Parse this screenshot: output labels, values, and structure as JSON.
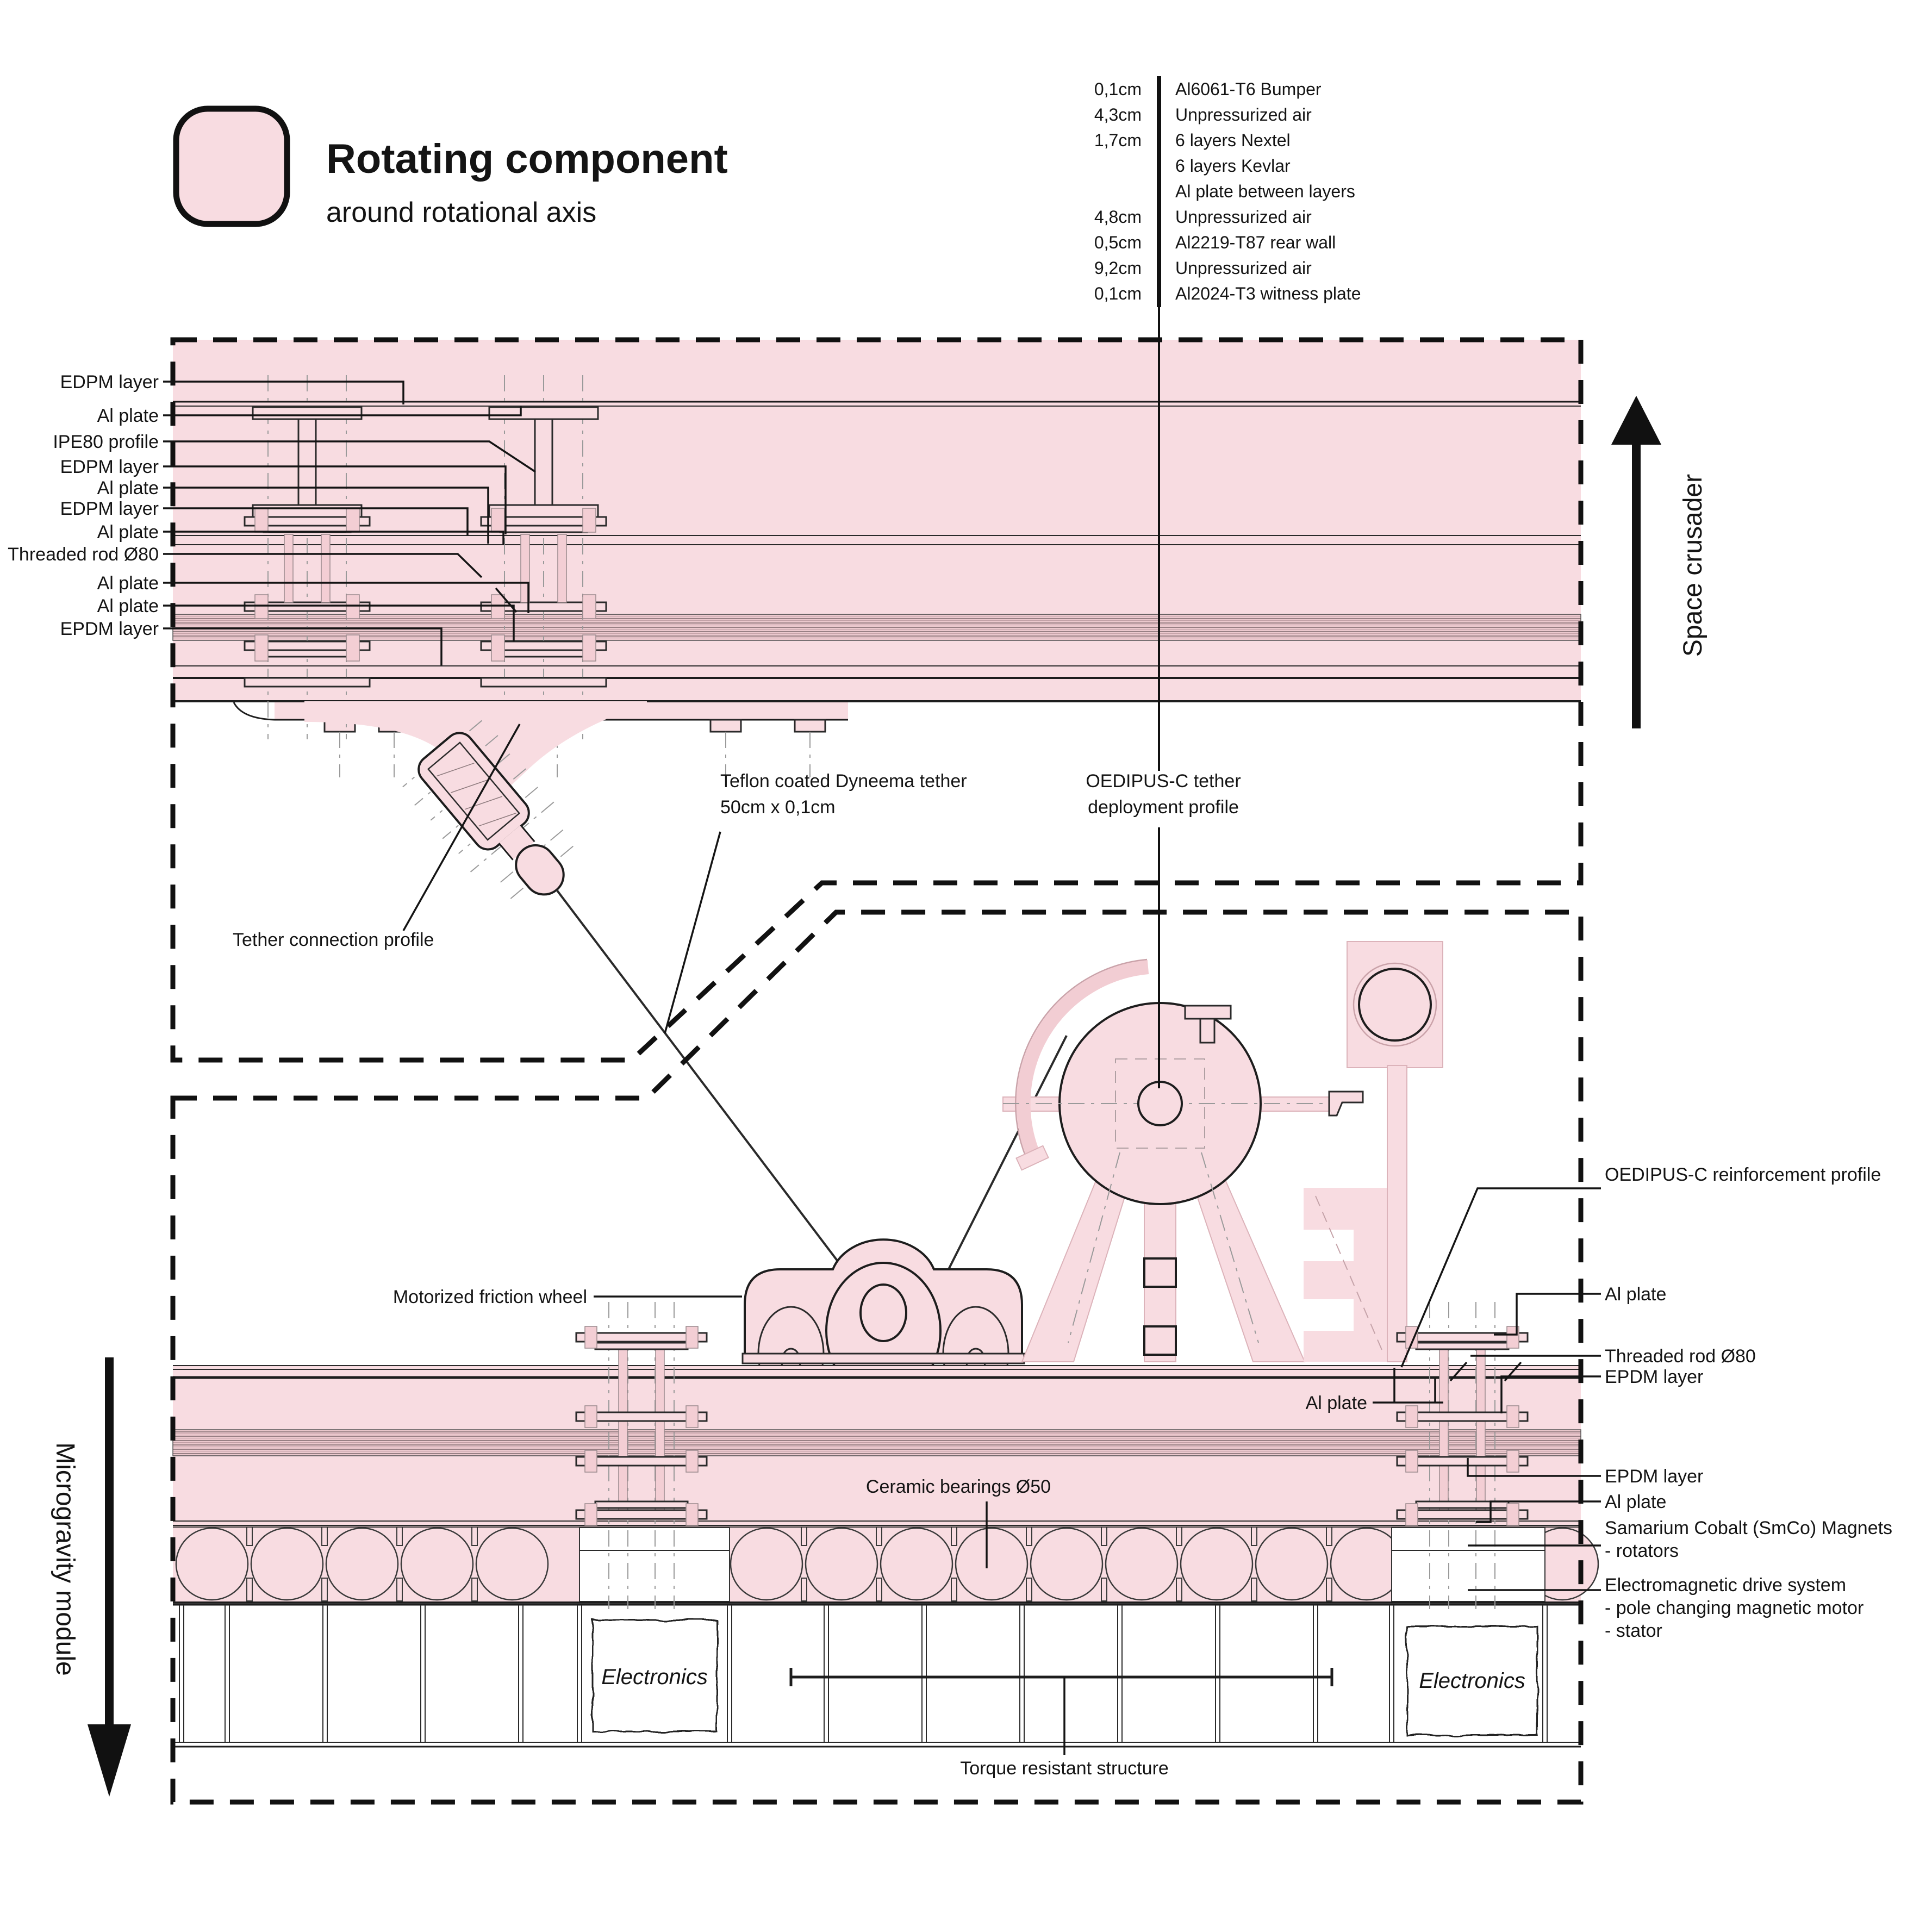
{
  "colors": {
    "pink": "#f8dce1",
    "pink_outline": "#dcb3ba",
    "ink": "#141414",
    "hatch_bg": "#ecc9ce",
    "hatch_line": "#8f777b"
  },
  "legend": {
    "title": "Rotating component",
    "subtitle": "around rotational axis"
  },
  "material_stack": [
    {
      "size": "0,1cm",
      "material": "Al6061-T6 Bumper"
    },
    {
      "size": "4,3cm",
      "material": "Unpressurized air"
    },
    {
      "size": "1,7cm",
      "material": "6 layers Nextel"
    },
    {
      "size": "",
      "material": "6 layers Kevlar"
    },
    {
      "size": "",
      "material": "Al plate between layers"
    },
    {
      "size": "4,8cm",
      "material": "Unpressurized air"
    },
    {
      "size": "0,5cm",
      "material": "Al2219-T87 rear wall"
    },
    {
      "size": "9,2cm",
      "material": "Unpressurized air"
    },
    {
      "size": "0,1cm",
      "material": "Al2024-T3 witness plate"
    }
  ],
  "left_labels": [
    "EDPM layer",
    "Al plate",
    "IPE80 profile",
    "EDPM layer",
    "Al plate",
    "EDPM layer",
    "Al plate",
    "Threaded rod Ø80",
    "Al plate",
    "Al plate",
    "EPDM layer"
  ],
  "right_labels": {
    "reinforcement": "OEDIPUS-C reinforcement profile",
    "al_plate_top": "Al plate",
    "threaded_rod": "Threaded rod Ø80",
    "epdm_upper": "EPDM layer",
    "epdm_lower": "EPDM layer",
    "al_plate_low": "Al plate",
    "smco_line1": "Samarium Cobalt (SmCo) Magnets",
    "smco_line2": "- rotators",
    "drive_line1": "Electromagnetic drive system",
    "drive_line2": "- pole changing magnetic motor",
    "drive_line3": "- stator"
  },
  "annotations": {
    "al_plate_inner": "Al plate",
    "motorized_wheel": "Motorized friction wheel",
    "ceramic_bearings": "Ceramic bearings Ø50",
    "tether_connection": "Tether connection profile",
    "teflon_line1": "Teflon coated Dyneema tether",
    "teflon_line2": "50cm x 0,1cm",
    "oedipus_line1": "OEDIPUS-C tether",
    "oedipus_line2": "deployment profile",
    "torque": "Torque resistant structure",
    "electronics": "Electronics"
  },
  "axes": {
    "up": "Space crusader",
    "down": "Microgravity module"
  }
}
